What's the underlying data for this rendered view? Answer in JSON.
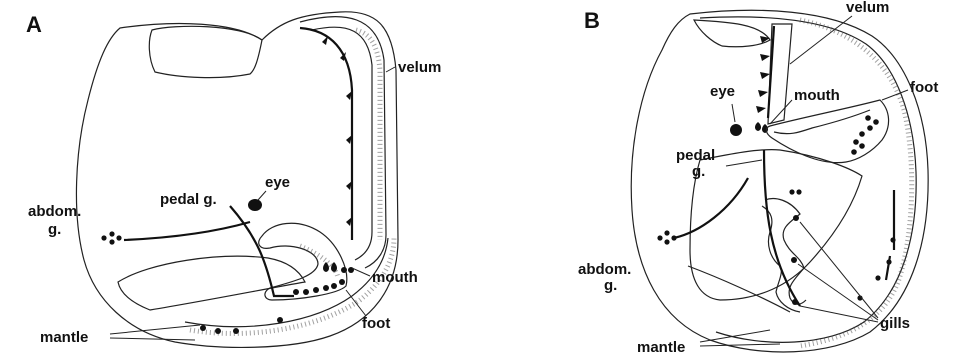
{
  "panels": {
    "A": {
      "letter": "A",
      "labels": {
        "velum": "velum",
        "eye": "eye",
        "pedal": "pedal g.",
        "abdom_line1": "abdom.",
        "abdom_line2": "g.",
        "mouth": "mouth",
        "foot": "foot",
        "mantle": "mantle"
      }
    },
    "B": {
      "letter": "B",
      "labels": {
        "velum": "velum",
        "eye": "eye",
        "mouth": "mouth",
        "foot": "foot",
        "pedal_line1": "pedal",
        "pedal_line2": "g.",
        "abdom_line1": "abdom.",
        "abdom_line2": "g.",
        "gills": "gills",
        "mantle": "mantle"
      }
    }
  }
}
